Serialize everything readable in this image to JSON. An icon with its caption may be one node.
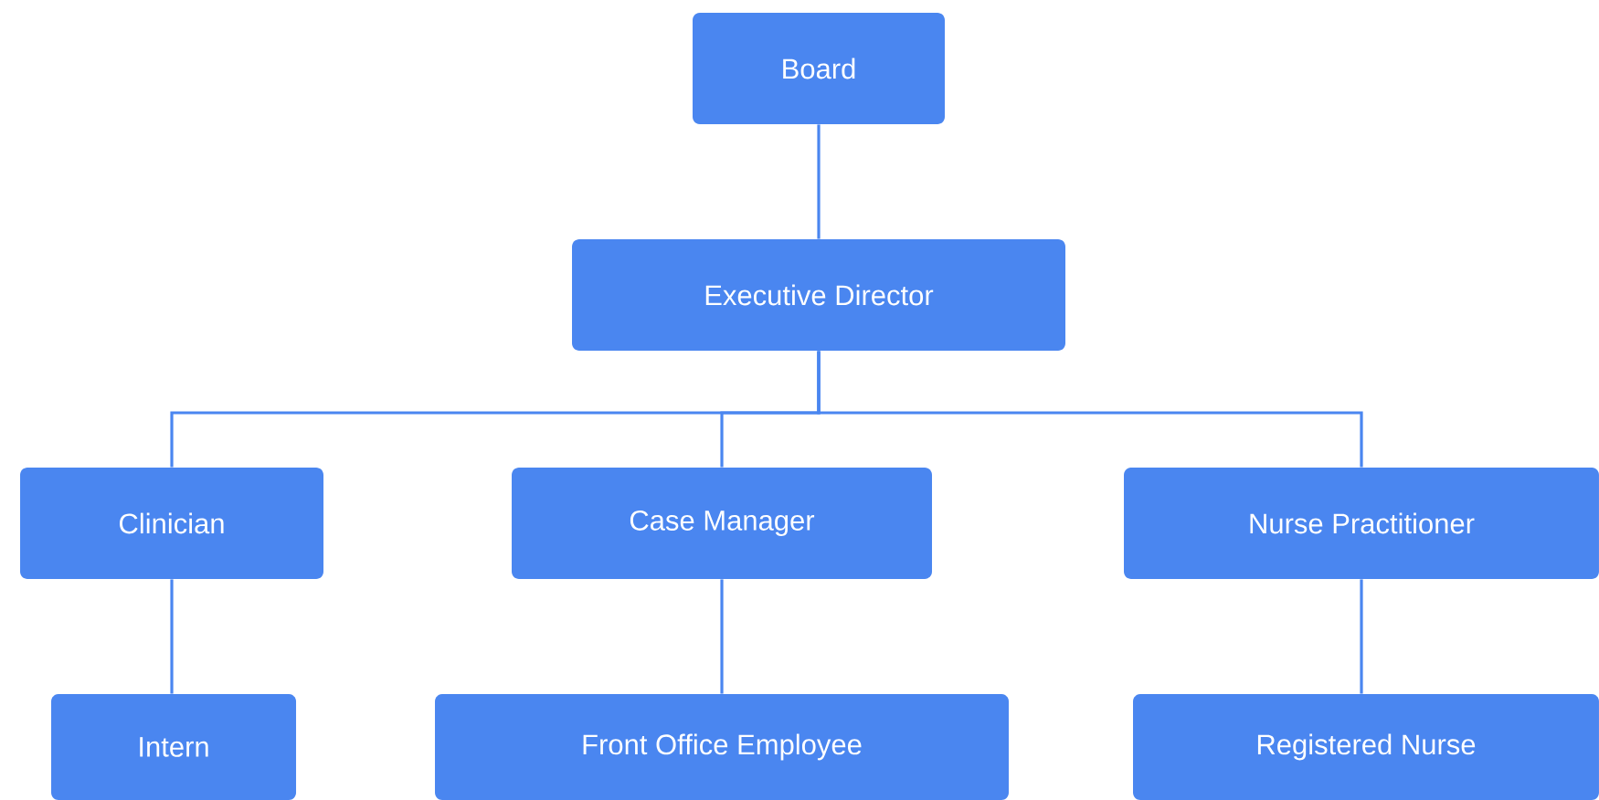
{
  "diagram": {
    "nodes": [
      {
        "text": [
          "Board"
        ]
      },
      {
        "text": [
          "Executive Director"
        ]
      },
      {
        "text": [
          "Clinician"
        ]
      },
      {
        "text": [
          "Case Manager"
        ]
      },
      {
        "text": [
          "Nurse Practitioner"
        ]
      },
      {
        "text": [
          "Intern"
        ]
      },
      {
        "text": [
          "Front Office Employee"
        ]
      },
      {
        "text": [
          "Registered Nurse"
        ]
      }
    ],
    "edges": [
      {
        "from": 0,
        "to": 1,
        "arrow": "none"
      },
      {
        "from": 1,
        "to": 2,
        "arrow": "none"
      },
      {
        "from": 1,
        "to": 3,
        "arrow": "none"
      },
      {
        "from": 1,
        "to": 4,
        "arrow": "none"
      },
      {
        "from": 2,
        "to": 5,
        "arrow": "none"
      },
      {
        "from": 3,
        "to": 6,
        "arrow": "none"
      },
      {
        "from": 4,
        "to": 7,
        "arrow": "none"
      }
    ]
  }
}
